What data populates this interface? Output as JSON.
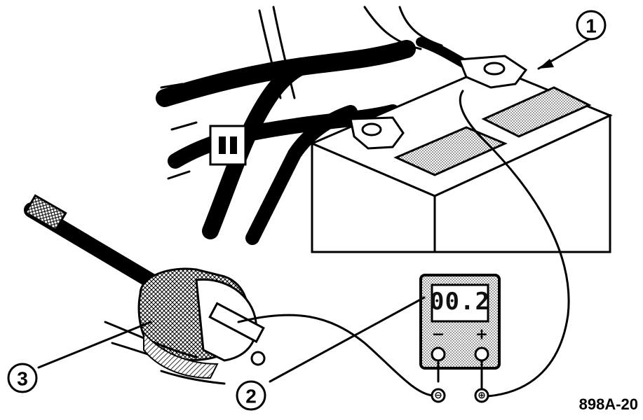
{
  "callouts": [
    {
      "number": "1"
    },
    {
      "number": "2"
    },
    {
      "number": "3"
    }
  ],
  "meter": {
    "reading": "00.2",
    "minus_label": "−",
    "plus_label": "+"
  },
  "probes": {
    "negative_symbol": "⊖",
    "positive_symbol": "⊕"
  },
  "figure_code": "898A-20"
}
